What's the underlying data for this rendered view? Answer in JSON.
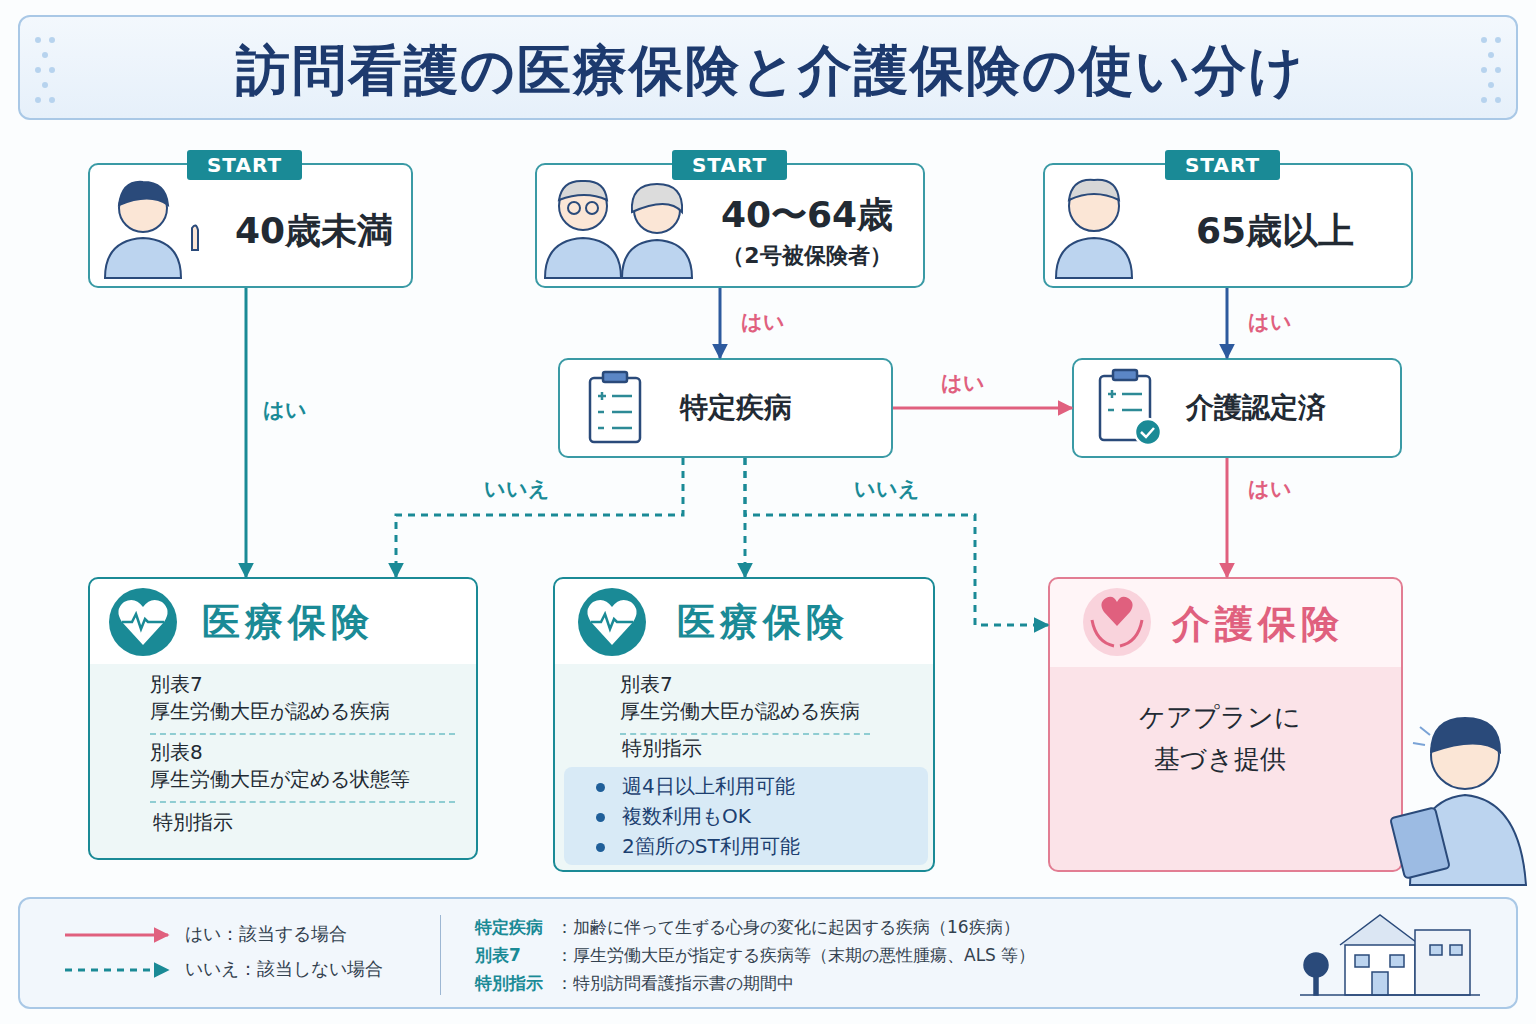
{
  "diagram": {
    "title": "訪問看護の医療保険と介護保険の使い分け",
    "nodes": [
      {
        "text": [
          "START",
          "40歳未満"
        ]
      },
      {
        "text": [
          "START",
          "40〜64歳",
          "（2号被保険者）"
        ]
      },
      {
        "text": [
          "START",
          "65歳以上"
        ]
      },
      {
        "text": [
          "特定疾病"
        ]
      },
      {
        "text": [
          "介護認定済"
        ]
      },
      {
        "text": [
          "医療保険",
          "別表7 厚生労働大臣が認める疾病",
          "別表8 厚生労働大臣が定める状態等",
          "特別指示"
        ]
      },
      {
        "text": [
          "医療保険",
          "別表7 厚生労働大臣が認める疾病",
          "特別指示"
        ]
      },
      {
        "text": [
          "週4日以上利用可能",
          "複数利用もOK",
          "2箇所のST利用可能"
        ],
        "in": 6
      },
      {
        "text": [
          "介護保険",
          "ケアプランに 基づき提供"
        ]
      }
    ],
    "edges": [
      {
        "from": 0,
        "to": 5,
        "label": "はい",
        "arrow": "to"
      },
      {
        "from": 1,
        "to": 3,
        "label": "はい",
        "arrow": "to"
      },
      {
        "from": 3,
        "to": 4,
        "label": "はい",
        "arrow": "to"
      },
      {
        "from": 2,
        "to": 4,
        "label": "はい",
        "arrow": "to"
      },
      {
        "from": 4,
        "to": 8,
        "label": "はい",
        "arrow": "to"
      },
      {
        "from": 3,
        "to": 5,
        "label": "いいえ",
        "arrow": "to"
      },
      {
        "from": 3,
        "to": 6,
        "arrow": "to"
      },
      {
        "from": 3,
        "to": 8,
        "label": "いいえ",
        "arrow": "to"
      }
    ],
    "labels": [
      "特定疾病",
      "：加齢に伴って生ずる心身の変化に起因する疾病（16疾病）",
      "別表7",
      "：厚生労働大臣が指定する疾病等（末期の悪性腫瘍、ALS 等）",
      "特別指示",
      "：特別訪問看護指示書の期間中"
    ],
    "legend": [
      {
        "text": "はい：該当する場合"
      },
      {
        "text": "いいえ：該当しない場合"
      }
    ]
  }
}
